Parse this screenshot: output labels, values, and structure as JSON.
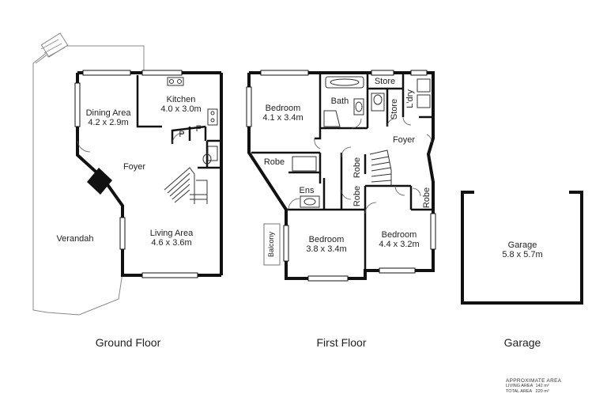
{
  "ground_floor": {
    "title": "Ground Floor",
    "rooms": {
      "dining": {
        "name": "Dining Area",
        "size": "4.2 x 2.9m"
      },
      "kitchen": {
        "name": "Kitchen",
        "size": "4.0 x 3.0m"
      },
      "foyer": {
        "name": "Foyer"
      },
      "verandah": {
        "name": "Verandah"
      },
      "living": {
        "name": "Living Area",
        "size": "4.6 x 3.6m"
      },
      "pantry": {
        "name": "P"
      },
      "fridge": {
        "name": "F"
      }
    }
  },
  "first_floor": {
    "title": "First Floor",
    "rooms": {
      "bedroom1": {
        "name": "Bedroom",
        "size": "4.1 x 3.4m"
      },
      "bath": {
        "name": "Bath"
      },
      "store1": {
        "name": "Store"
      },
      "store2": {
        "name": "Store"
      },
      "laundry": {
        "name": "L'dry"
      },
      "foyer": {
        "name": "Foyer"
      },
      "robe1": {
        "name": "Robe"
      },
      "robe2": {
        "name": "Robe"
      },
      "robe3": {
        "name": "Robe"
      },
      "robe4": {
        "name": "Robe"
      },
      "ensuite": {
        "name": "Ens"
      },
      "balcony": {
        "name": "Balcony"
      },
      "bedroom2": {
        "name": "Bedroom",
        "size": "3.8 x 3.4m"
      },
      "bedroom3": {
        "name": "Bedroom",
        "size": "4.4 x 3.2m"
      }
    }
  },
  "garage": {
    "title": "Garage",
    "name": "Garage",
    "size": "5.8 x 5.7m"
  },
  "approximate_area": {
    "heading": "APPROXIMATE AREA",
    "living_label": "LIVING AREA",
    "living_value": "142 m²",
    "total_label": "TOTAL AREA",
    "total_value": "220 m²"
  }
}
